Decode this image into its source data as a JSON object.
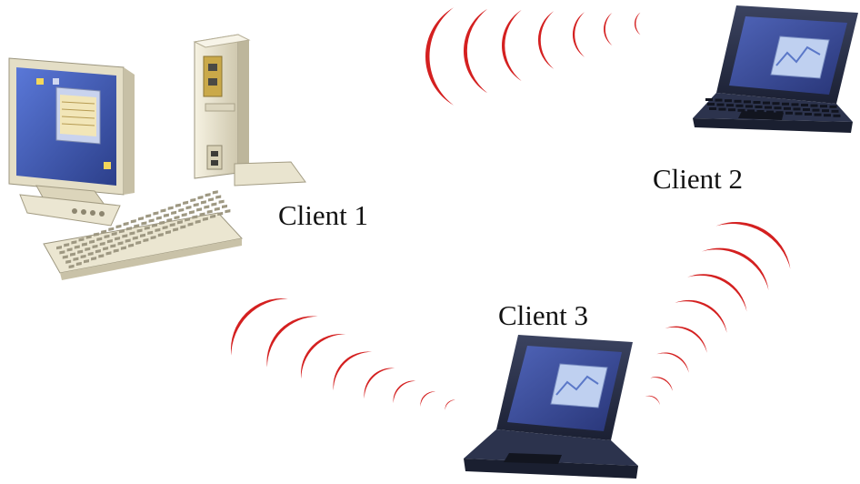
{
  "nodes": {
    "client_1": {
      "label": "Client 1"
    },
    "client_2": {
      "label": "Client 2"
    },
    "client_3": {
      "label": "Client 3"
    }
  },
  "links": [
    {
      "from": "client_1",
      "to": "client_2",
      "kind": "wireless"
    },
    {
      "from": "client_2",
      "to": "client_3",
      "kind": "wireless"
    },
    {
      "from": "client_1",
      "to": "client_3",
      "kind": "wireless"
    }
  ],
  "colors": {
    "wave": "#d42020",
    "laptop_body": "#2a3147",
    "laptop_screen": "#3a4fa0",
    "pc_beige": "#ece6d0",
    "monitor_screen": "#4a66c4"
  },
  "icons": {
    "desktop": "desktop-computer-icon",
    "laptop": "laptop-icon",
    "wireless": "wireless-wave-icon"
  }
}
